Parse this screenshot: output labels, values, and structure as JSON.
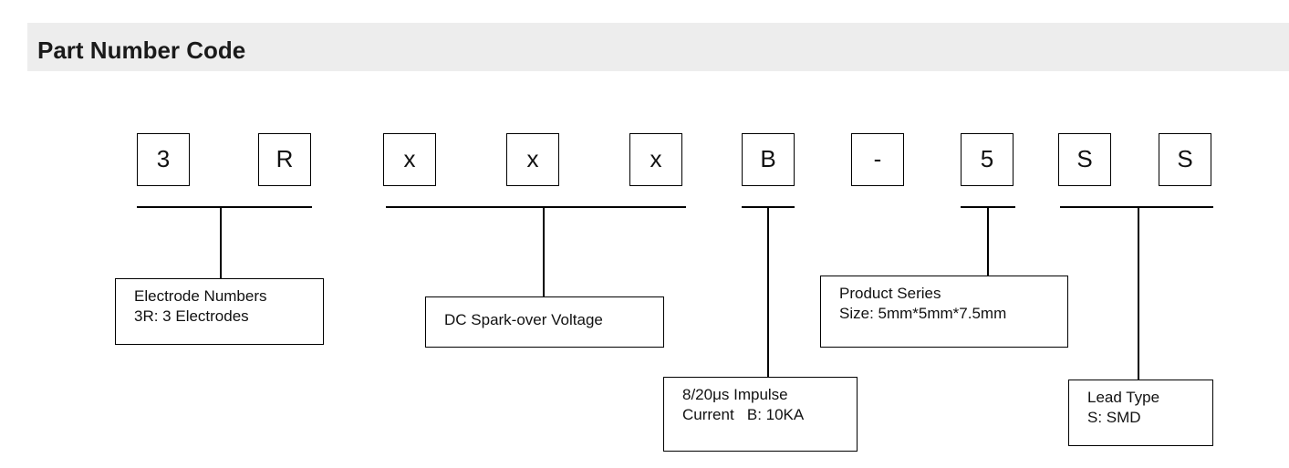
{
  "header": {
    "title": "Part Number Code"
  },
  "code_chars": [
    "3",
    "R",
    "x",
    "x",
    "x",
    "B",
    "-",
    "5",
    "S",
    "S"
  ],
  "labels": {
    "electrode": {
      "line1": "Electrode Numbers",
      "line2": "3R: 3 Electrodes"
    },
    "voltage": {
      "line1": "DC Spark-over Voltage"
    },
    "impulse": {
      "line1": "8/20μs Impulse",
      "line2": "Current   B: 10KA"
    },
    "series": {
      "line1": "Product Series",
      "line2": "Size: 5mm*5mm*7.5mm"
    },
    "lead": {
      "line1": "Lead Type",
      "line2": "S: SMD"
    }
  }
}
